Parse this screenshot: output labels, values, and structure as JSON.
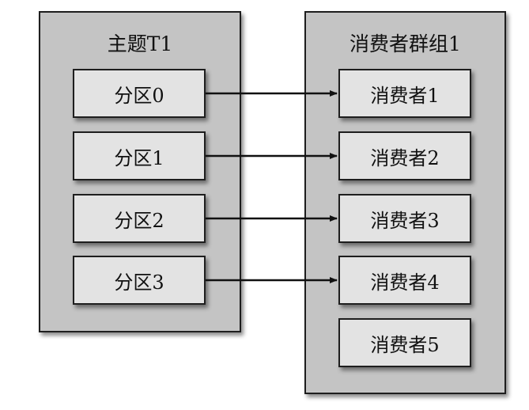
{
  "topic": {
    "title": "主题T1",
    "partitions": [
      "分区0",
      "分区1",
      "分区2",
      "分区3"
    ]
  },
  "consumer_group": {
    "title": "消费者群组1",
    "consumers": [
      "消费者1",
      "消费者2",
      "消费者3",
      "消费者4",
      "消费者5"
    ]
  },
  "assignments": [
    {
      "from": "分区0",
      "to": "消费者1"
    },
    {
      "from": "分区1",
      "to": "消费者2"
    },
    {
      "from": "分区2",
      "to": "消费者3"
    },
    {
      "from": "分区3",
      "to": "消费者4"
    }
  ]
}
